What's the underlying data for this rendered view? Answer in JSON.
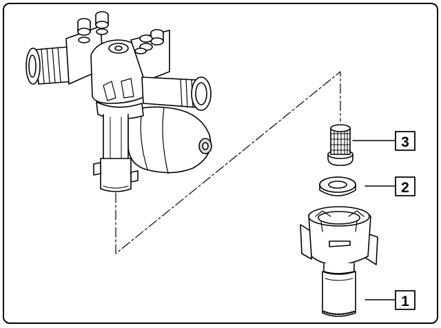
{
  "diagram": {
    "callouts": [
      {
        "id": "callout-1",
        "number": "1",
        "part": "nozzle-body-cap"
      },
      {
        "id": "callout-2",
        "number": "2",
        "part": "seal-washer"
      },
      {
        "id": "callout-3",
        "number": "3",
        "part": "strainer-filter"
      }
    ],
    "colors": {
      "ink": "#000000",
      "shade": "#d9d9d9",
      "paper": "#ffffff"
    }
  }
}
